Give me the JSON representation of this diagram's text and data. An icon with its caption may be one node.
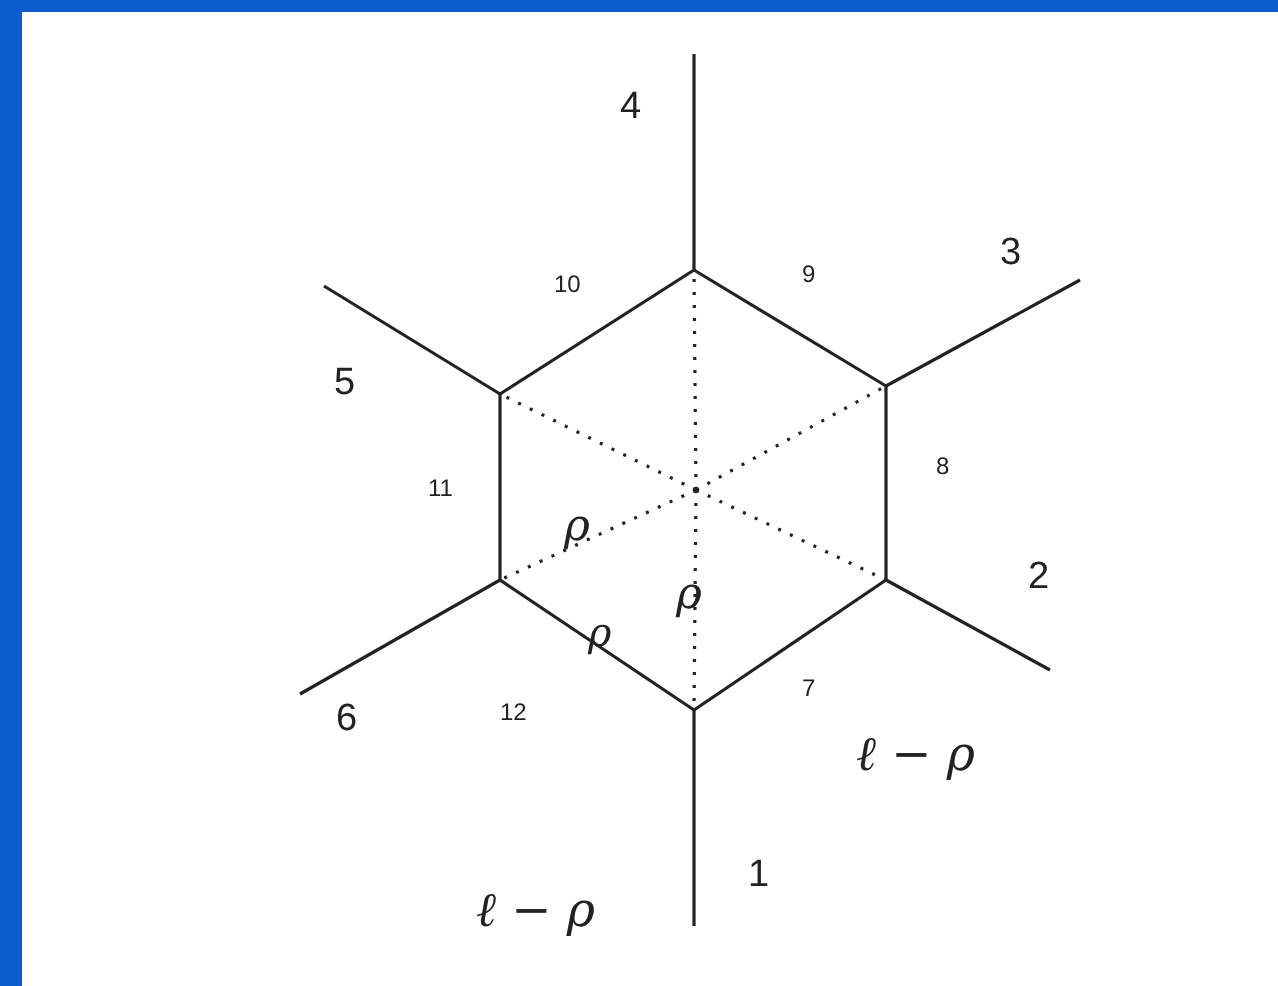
{
  "diagram": {
    "labels": [
      "4",
      "3",
      "9",
      "10",
      "5",
      "8",
      "11",
      "ρ",
      "2",
      "ρ",
      "ρ",
      "7",
      "12",
      "6",
      "ℓ − ρ",
      "1",
      "ℓ − ρ"
    ]
  }
}
